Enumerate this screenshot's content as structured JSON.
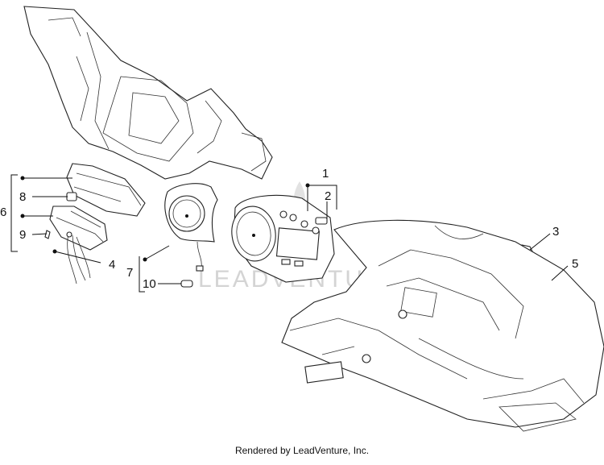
{
  "callouts": [
    {
      "id": "1",
      "text": "1"
    },
    {
      "id": "2",
      "text": "2"
    },
    {
      "id": "3",
      "text": "3"
    },
    {
      "id": "4",
      "text": "4"
    },
    {
      "id": "5",
      "text": "5"
    },
    {
      "id": "6",
      "text": "6"
    },
    {
      "id": "7",
      "text": "7"
    },
    {
      "id": "8",
      "text": "8"
    },
    {
      "id": "9",
      "text": "9"
    },
    {
      "id": "10",
      "text": "10"
    }
  ],
  "watermark": "LEADVENTURE",
  "footer": "Rendered by LeadVenture, Inc."
}
